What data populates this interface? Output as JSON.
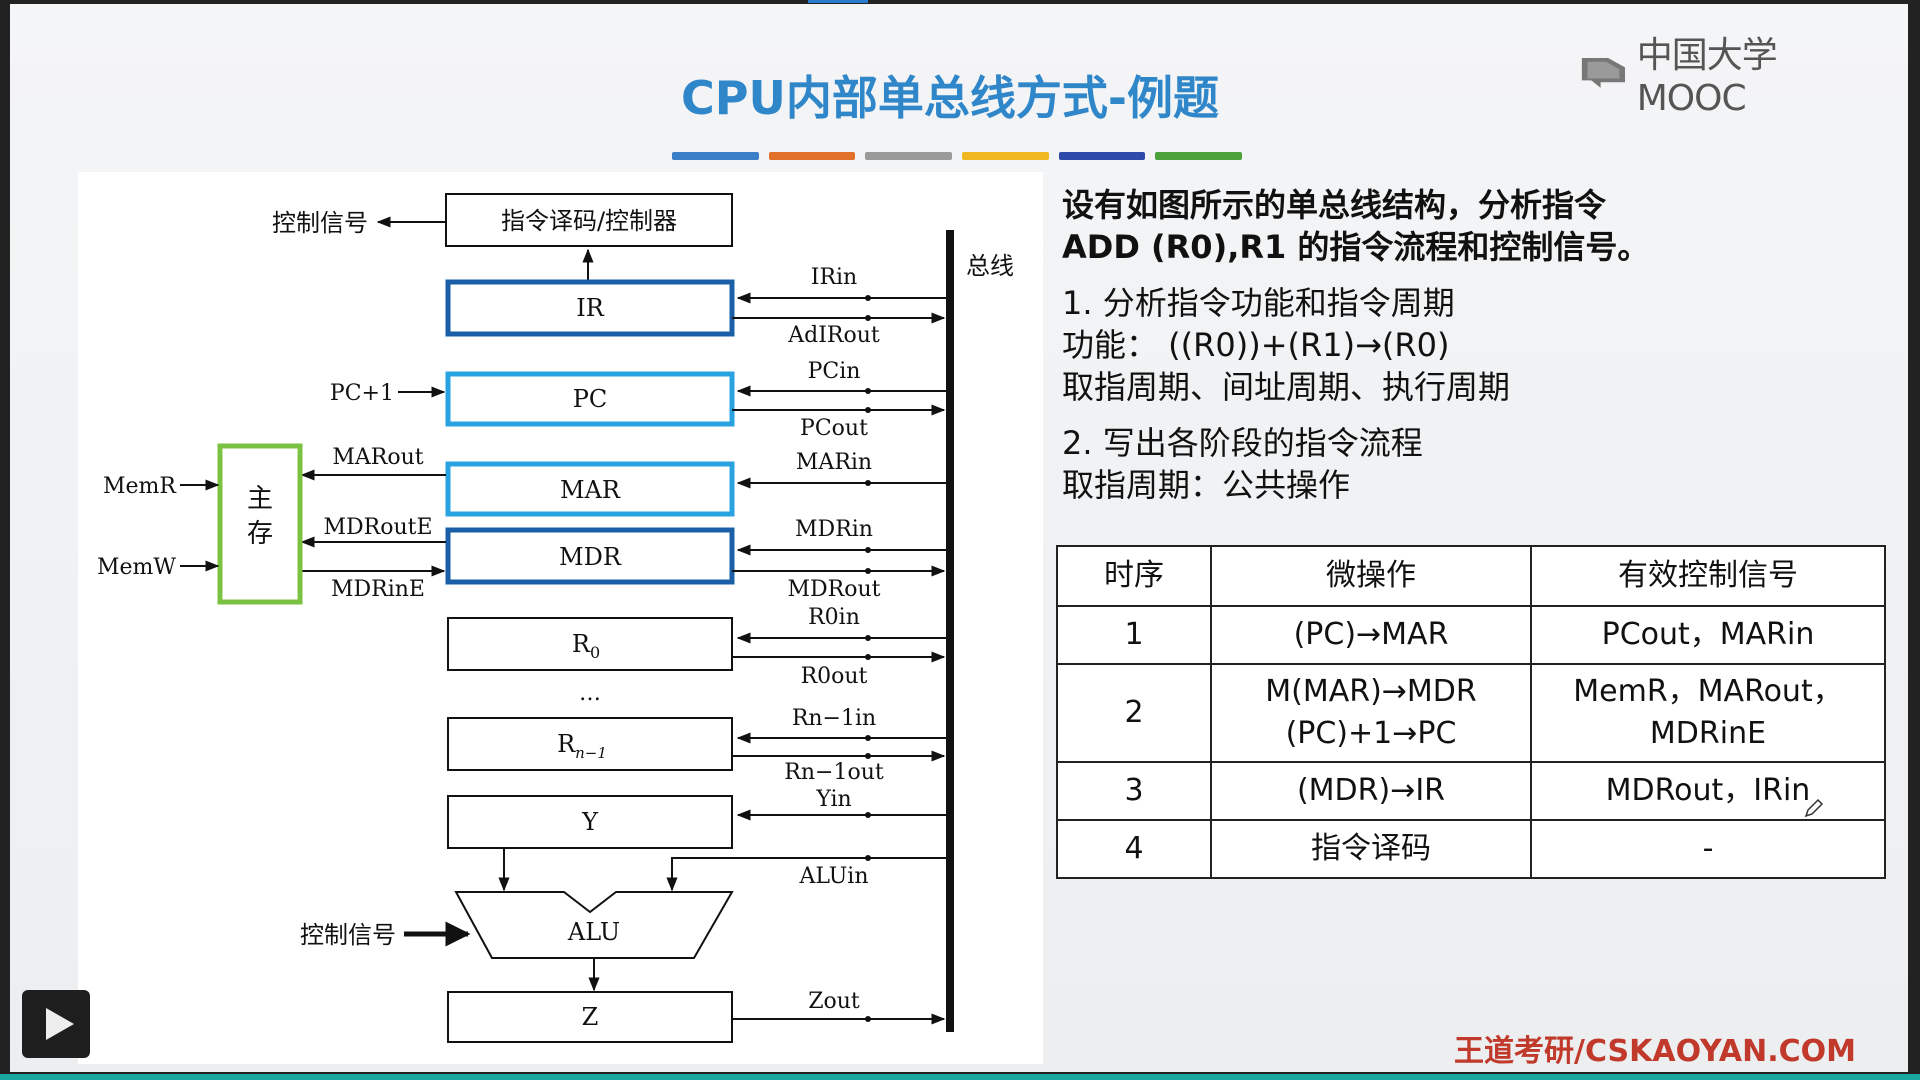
{
  "slide": {
    "title": "CPU内部单总线方式-例题",
    "logo_text": "中国大学MOOC",
    "footer": "王道考研/CSKAOYAN.COM",
    "title_bar_colors": [
      "#3a7fc8",
      "#e0702a",
      "#9a9a9a",
      "#f0b820",
      "#2c4aa8",
      "#4ca03c"
    ]
  },
  "diagram": {
    "bus_label": "总线",
    "control_signal_top": "控制信号",
    "control_signal_alu": "控制信号",
    "blocks": {
      "decoder": "指令译码/控制器",
      "ir": "IR",
      "pc": "PC",
      "mar": "MAR",
      "mdr": "MDR",
      "r0_main": "R",
      "r0_sub": "0",
      "rn_main": "R",
      "rn_sub": "n−1",
      "ellipsis": "…",
      "y": "Y",
      "alu": "ALU",
      "z": "Z",
      "memory": "主存"
    },
    "signals": {
      "irin": "IRin",
      "adirout": "AdIRout",
      "pcin": "PCin",
      "pcout": "PCout",
      "pc_plus1": "PC+1",
      "marin": "MARin",
      "marout": "MARout",
      "mdrin": "MDRin",
      "mdrout": "MDRout",
      "mdroute": "MDRoutE",
      "mdrine": "MDRinE",
      "memr": "MemR",
      "memw": "MemW",
      "r0in": "R0in",
      "r0out": "R0out",
      "rnin": "Rn−1in",
      "rnout": "Rn−1out",
      "yin": "Yin",
      "aluin": "ALUin",
      "zout": "Zout"
    }
  },
  "question": {
    "line1": "设有如图所示的单总线结构，分析指令",
    "line2": "ADD (R0),R1 的指令流程和控制信号。",
    "step1_title": "1. 分析指令功能和指令周期",
    "function_line": "功能： ((R0))+(R1)→(R0)",
    "cycles_line": "取指周期、间址周期、执行周期",
    "step2_title": "2. 写出各阶段的指令流程",
    "fetch_line": "取指周期：公共操作"
  },
  "table": {
    "headers": [
      "时序",
      "微操作",
      "有效控制信号"
    ],
    "rows": [
      {
        "seq": "1",
        "op1": "(PC)→MAR",
        "op2": "",
        "sig1": "PCout，MARin",
        "sig2": ""
      },
      {
        "seq": "2",
        "op1": "M(MAR)→MDR",
        "op2": "(PC)+1→PC",
        "sig1": "MemR，MARout，",
        "sig2": "MDRinE"
      },
      {
        "seq": "3",
        "op1": "(MDR)→IR",
        "op2": "",
        "sig1": "MDRout，IRin",
        "sig2": ""
      },
      {
        "seq": "4",
        "op1": "指令译码",
        "op2": "",
        "sig1": "-",
        "sig2": ""
      }
    ]
  },
  "player": {
    "play_icon": "play-icon",
    "pen_icon": "pen-cursor-icon"
  }
}
